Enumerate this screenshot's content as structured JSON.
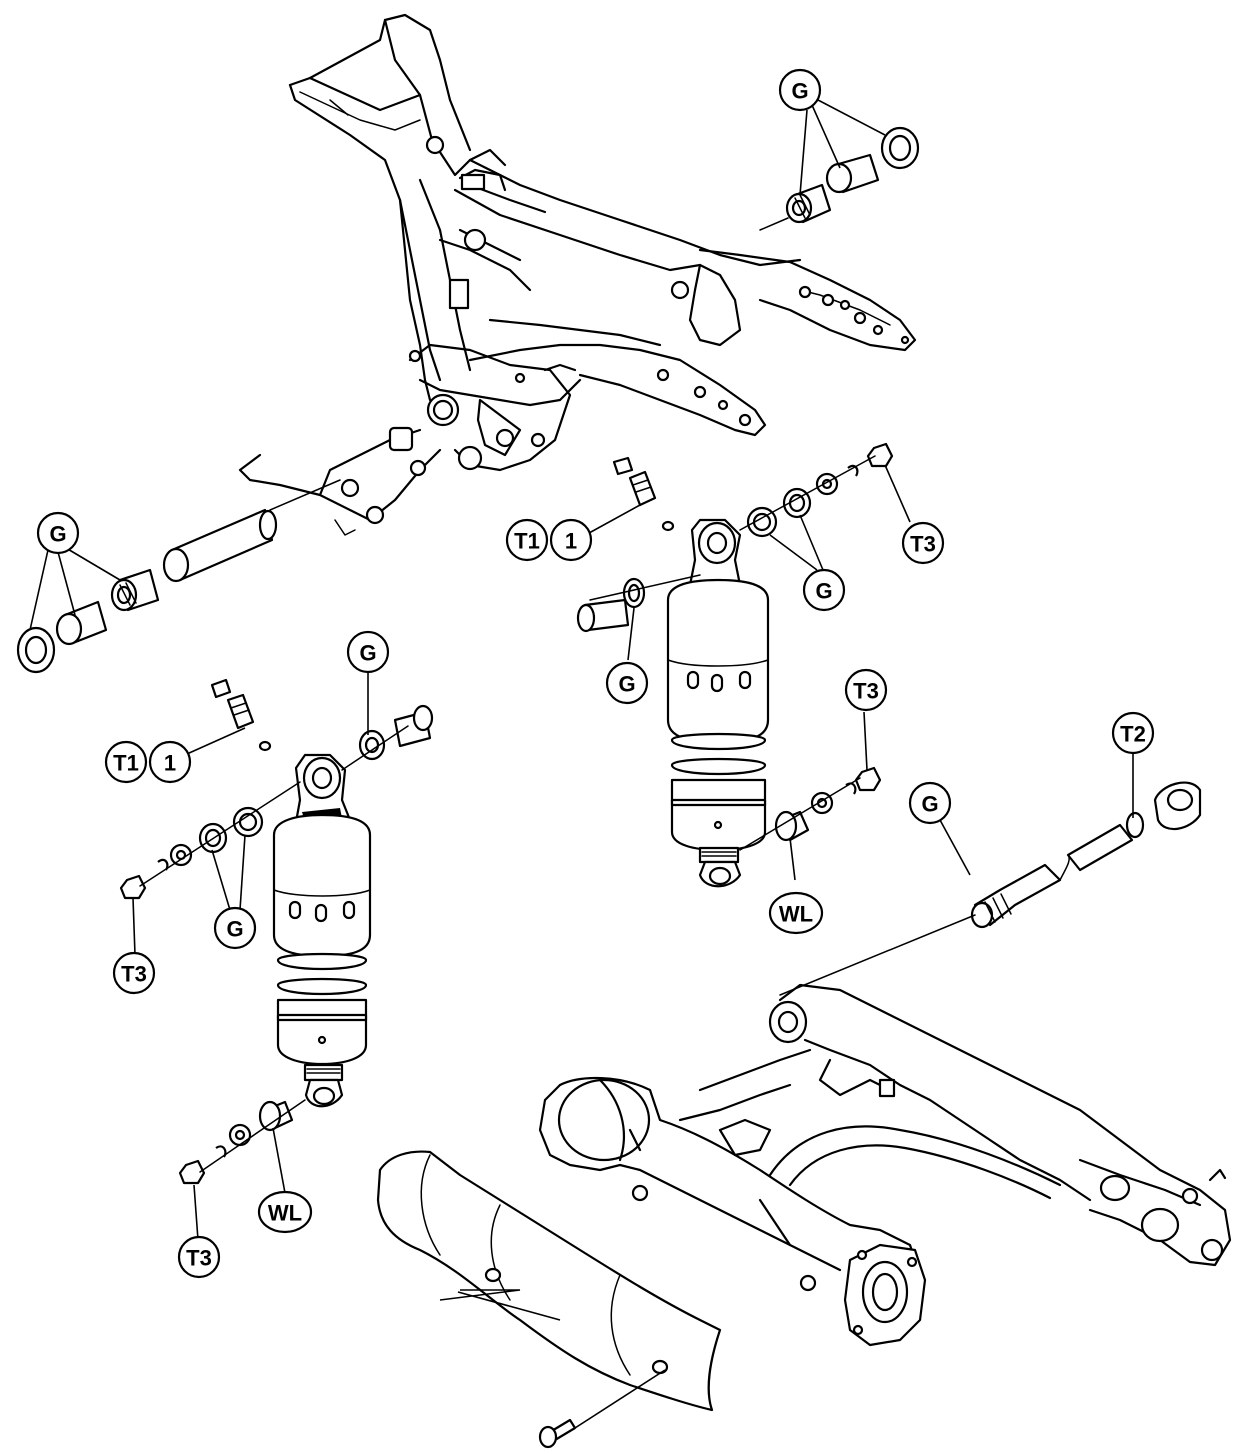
{
  "labels": {
    "g": "G",
    "t1": "T1",
    "t2": "T2",
    "t3": "T3",
    "wl": "WL",
    "one": "1"
  }
}
